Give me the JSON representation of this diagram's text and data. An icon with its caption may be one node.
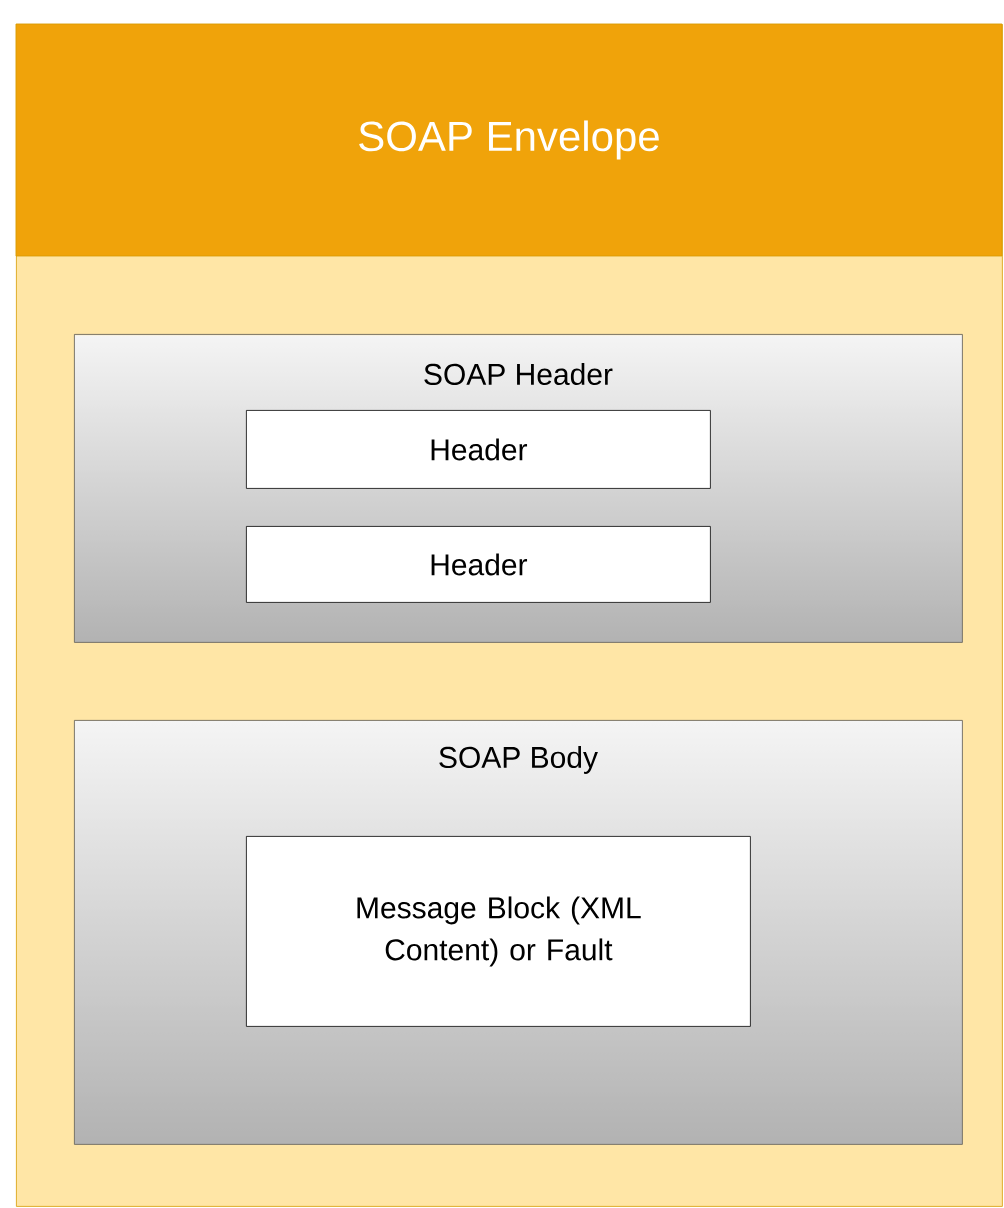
{
  "diagram": {
    "nodes": [
      {
        "text": [
          "SOAP Envelope"
        ]
      },
      {
        "text": [
          "SOAP Header"
        ],
        "in": 0
      },
      {
        "text": [
          "Header"
        ],
        "in": 1
      },
      {
        "text": [
          "Header"
        ],
        "in": 1
      },
      {
        "text": [
          "SOAP Body"
        ],
        "in": 0
      },
      {
        "text": [
          "Message Block (XML Content) or Fault"
        ],
        "in": 4
      }
    ]
  }
}
